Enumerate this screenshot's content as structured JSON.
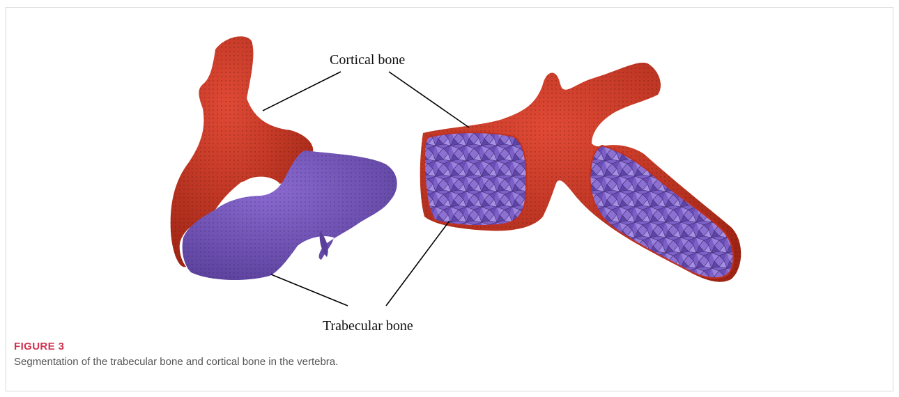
{
  "figure": {
    "label_cortical": "Cortical bone",
    "label_trabecular": "Trabecular bone",
    "caption_label": "FIGURE 3",
    "caption_text": "Segmentation of the trabecular bone and cortical bone in the vertebra."
  },
  "colors": {
    "cortical": "#c0301f",
    "trabecular": "#7755b8",
    "caption_label": "#d0324e",
    "caption_text": "#555555"
  }
}
